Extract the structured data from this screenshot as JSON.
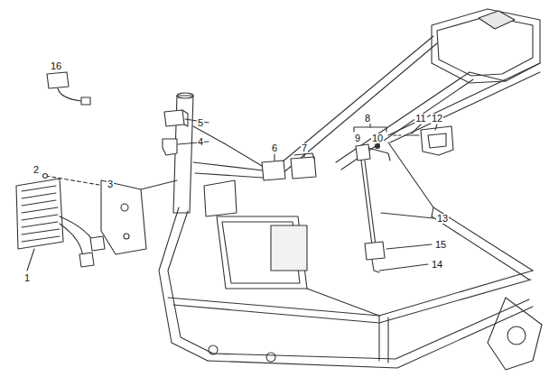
{
  "diagram": {
    "labels": [
      "16",
      "8",
      "11",
      "12",
      "5",
      "9",
      "10",
      "4",
      "6",
      "7",
      "2",
      "3",
      "13",
      "15",
      "14",
      "1"
    ]
  }
}
